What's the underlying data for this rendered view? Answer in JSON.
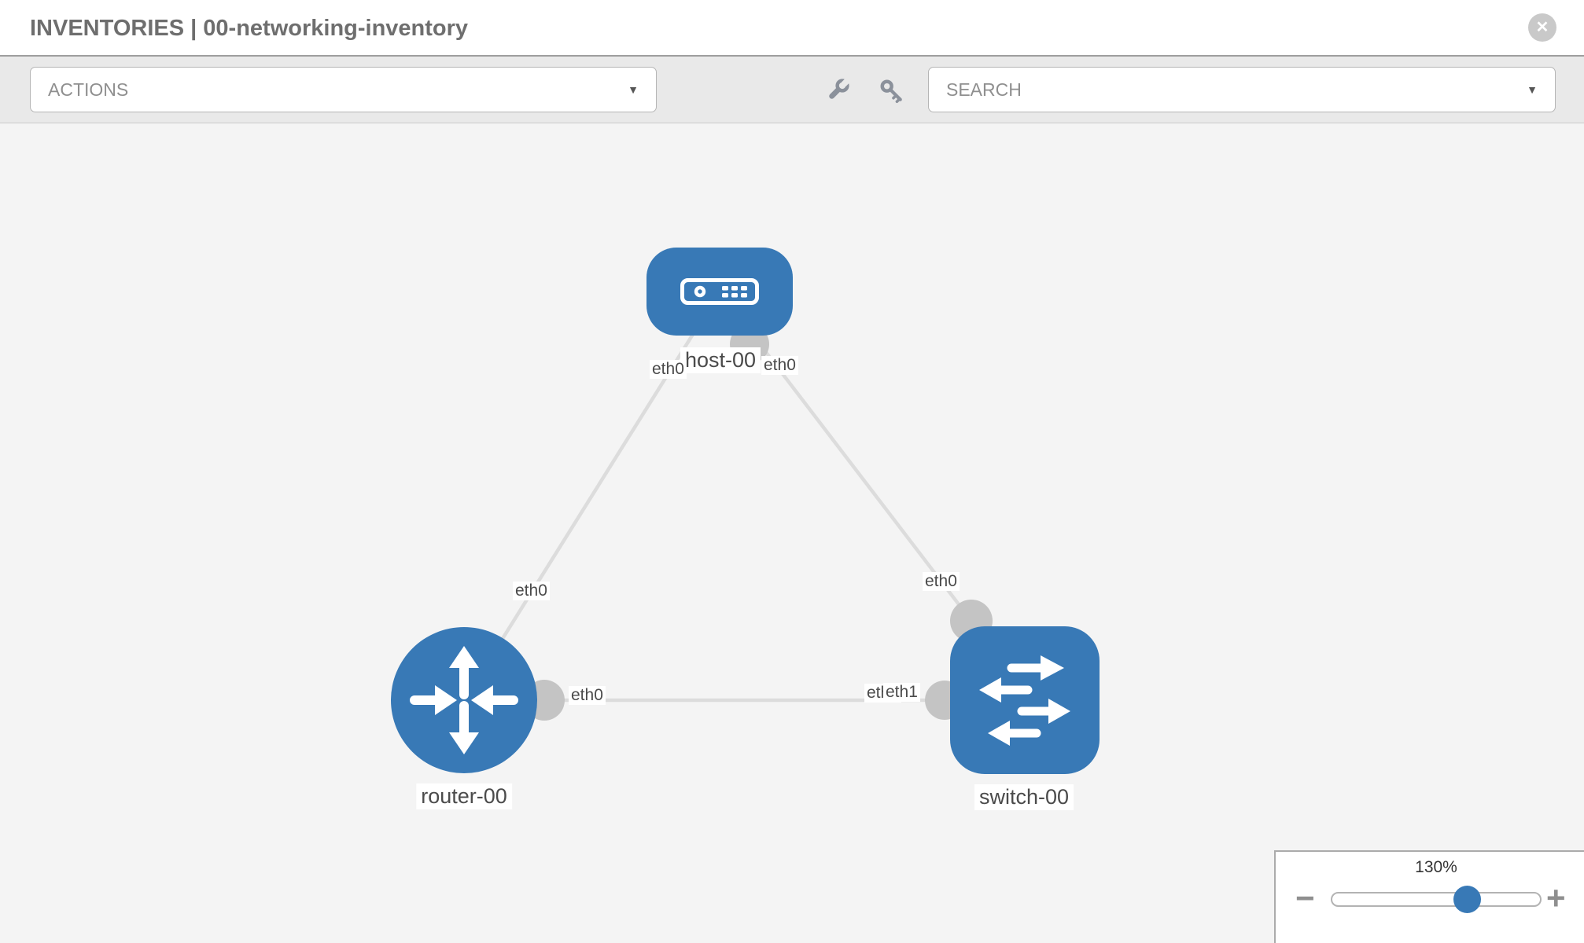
{
  "header": {
    "title": "INVENTORIES | 00-networking-inventory",
    "close_glyph": "✕"
  },
  "toolbar": {
    "actions_label": "ACTIONS",
    "search_label": "SEARCH",
    "caret_glyph": "▼",
    "icons": [
      "wrench-icon",
      "key-icon"
    ]
  },
  "topology": {
    "nodes": [
      {
        "label": "host-00",
        "type": "host"
      },
      {
        "label": "router-00",
        "type": "router"
      },
      {
        "label": "switch-00",
        "type": "switch"
      }
    ],
    "links": [
      {
        "from": "host-00",
        "from_interface": "eth0",
        "to": "router-00",
        "to_interface": "eth0"
      },
      {
        "from": "host-00",
        "from_interface": "eth0",
        "to": "switch-00",
        "to_interface": "eth0"
      },
      {
        "from": "router-00",
        "from_interface": "eth0",
        "to": "switch-00",
        "to_interface": "eth1",
        "to_interface_overlapped": "eth0"
      }
    ]
  },
  "zoom_control": {
    "level": "130%",
    "minus_glyph": "−",
    "plus_glyph": "+"
  },
  "colors": {
    "node_blue": "#3879b6",
    "link_gray": "#dcdcdc",
    "connector_gray": "#c4c4c4",
    "icon_gray": "#8b919b",
    "toolbar_bg": "#e9e9e9",
    "canvas_bg": "#f4f4f4"
  }
}
